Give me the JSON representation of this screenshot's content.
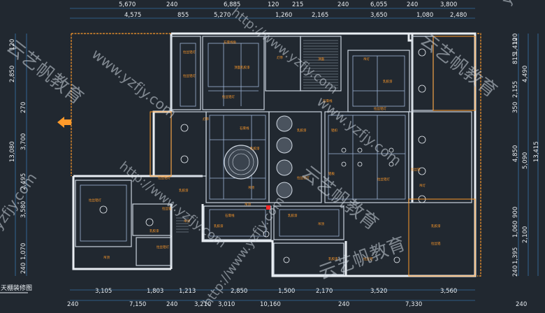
{
  "drawing": {
    "title": "天棚装修图",
    "top_dims_row1": [
      "5,670",
      "240",
      "6,885",
      "120",
      "215",
      "240",
      "6,055",
      "240",
      "3,800"
    ],
    "top_dims_row2": [
      "4,575",
      "855",
      "5,270",
      "1,260",
      "2,165",
      "3,650",
      "1,080",
      "2,480"
    ],
    "bottom_dims_row1": [
      "3,105",
      "1,803",
      "1,213",
      "2,850",
      "1,500",
      "2,170",
      "3,520",
      "3,560"
    ],
    "bottom_dims_row2": [
      "240",
      "7,150",
      "240",
      "3,210",
      "3,010",
      "10,160",
      "240",
      "7,330",
      "240"
    ],
    "left_dims": [
      "120",
      "2,850",
      "270",
      "13,080",
      "3,700",
      "2,495",
      "3,580",
      "1,070",
      "240"
    ],
    "right_dims": [
      "120",
      "815",
      "1,410",
      "4,490",
      "2,155",
      "350",
      "5,090",
      "13,415",
      "4,850",
      "900",
      "1,060",
      "2,100",
      "1,395",
      "240"
    ],
    "watermarks": [
      "云艺帆教育",
      "www.yzfjy.com",
      "http://www.yzfjy.com",
      "云艺帆教育",
      "www.yzfjy.com",
      "yzfjy.com",
      "http://www.yzfjy.com",
      "云艺帆教育",
      "yzfjy.com",
      "http://www.yzfjy.com",
      "云艺帆教育"
    ],
    "colors": {
      "background": "#212830",
      "wall": "#e9eef3",
      "annotation": "#ff9a2a",
      "ceiling_line": "#9fb6d8",
      "marker": "#ff2a2a"
    }
  }
}
